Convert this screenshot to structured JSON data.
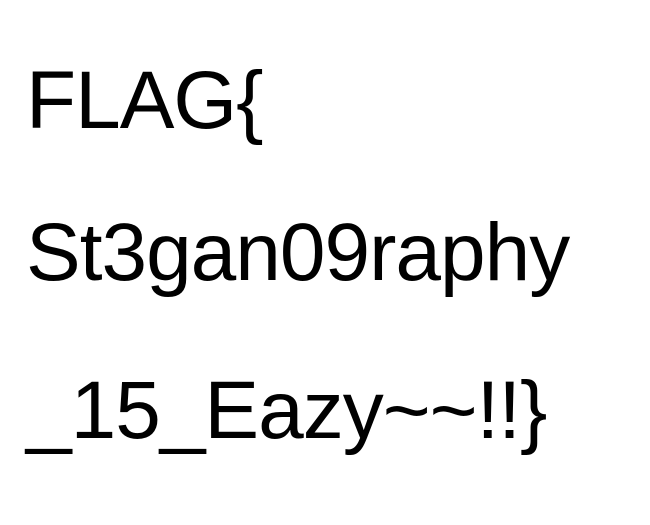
{
  "text": {
    "lines": [
      "FLAG{",
      "St3gan09raphy",
      "_15_Eazy~~!!}"
    ]
  },
  "colors": {
    "background": "#ffffff",
    "text": "#000000"
  }
}
